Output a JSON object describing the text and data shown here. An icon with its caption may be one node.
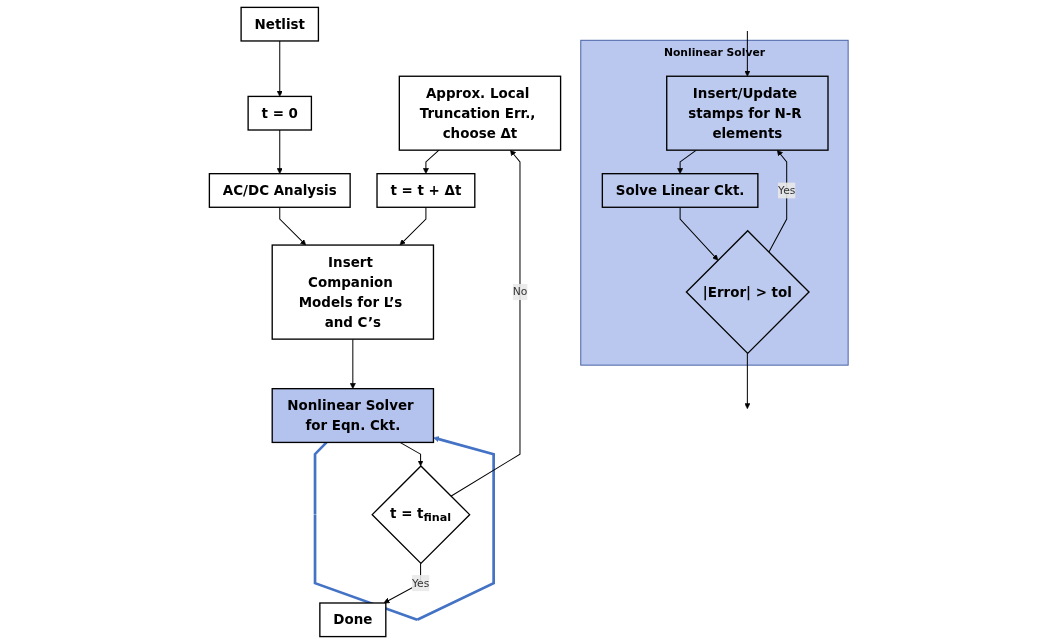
{
  "diagram": {
    "nodes": [
      {
        "text": [
          "Netlist"
        ]
      },
      {
        "text": [
          "t = 0"
        ]
      },
      {
        "text": [
          "AC/DC Analysis"
        ]
      },
      {
        "text": [
          "Approx. Local Truncation Err., choose Δt"
        ]
      },
      {
        "text": [
          "t = t + Δt"
        ]
      },
      {
        "text": [
          "Insert Companion Models for L’s and C’s"
        ]
      },
      {
        "text": [
          "Nonlinear Solver for Eqn. Ckt."
        ]
      },
      {
        "text": [
          "t = t$_{final}$"
        ]
      },
      {
        "text": [
          "Done"
        ]
      },
      {
        "text": [
          "Nonlinear Solver"
        ]
      },
      {
        "text": [
          "Insert/Update stamps for N-R elements"
        ],
        "in": 9
      },
      {
        "text": [
          "Solve Linear Ckt."
        ],
        "in": 9
      },
      {
        "text": [
          "|Error| > tol"
        ],
        "in": 9
      }
    ],
    "edges": [
      {
        "from": 0,
        "to": 1,
        "arrow": "to"
      },
      {
        "from": 1,
        "to": 2,
        "arrow": "to"
      },
      {
        "from": 2,
        "to": 5,
        "arrow": "to"
      },
      {
        "from": 3,
        "to": 4,
        "arrow": "to"
      },
      {
        "from": 4,
        "to": 5,
        "arrow": "to"
      },
      {
        "from": 5,
        "to": 6,
        "arrow": "to"
      },
      {
        "from": 6,
        "to": 6,
        "arrow": "to",
        "style": "thick",
        "color": "#4472c4"
      },
      {
        "from": 6,
        "to": 7,
        "arrow": "to"
      },
      {
        "from": 7,
        "to": 8,
        "label": "Yes",
        "arrow": "to"
      },
      {
        "from": 7,
        "to": 3,
        "label": "No",
        "arrow": "to"
      },
      {
        "from": null,
        "to": 10,
        "arrow": "to"
      },
      {
        "from": 10,
        "to": 11,
        "arrow": "to"
      },
      {
        "from": 11,
        "to": 12,
        "arrow": "to"
      },
      {
        "from": 12,
        "to": 10,
        "label": "Yes",
        "arrow": "to"
      },
      {
        "from": 12,
        "to": null,
        "arrow": "to"
      }
    ]
  }
}
